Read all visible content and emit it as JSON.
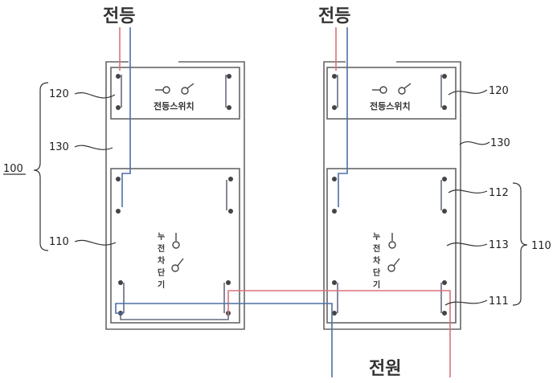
{
  "labels": {
    "lamp_left": "전등",
    "lamp_right": "전등",
    "power": "전원",
    "lamp_switch": "전등스위치",
    "breaker": [
      "누",
      "전",
      "차",
      "단",
      "기"
    ]
  },
  "refs": {
    "r100": "100",
    "r120_left": "120",
    "r130_left": "130",
    "r110_left": "110",
    "r120_right": "120",
    "r130_right": "130",
    "r112": "112",
    "r113": "113",
    "r111": "111",
    "r110_right": "110"
  },
  "colors": {
    "outline": "#666666",
    "wire_red": "#d9727f",
    "wire_blue": "#4d6fa8",
    "wire_gray": "#666c80",
    "text": "#333333"
  }
}
